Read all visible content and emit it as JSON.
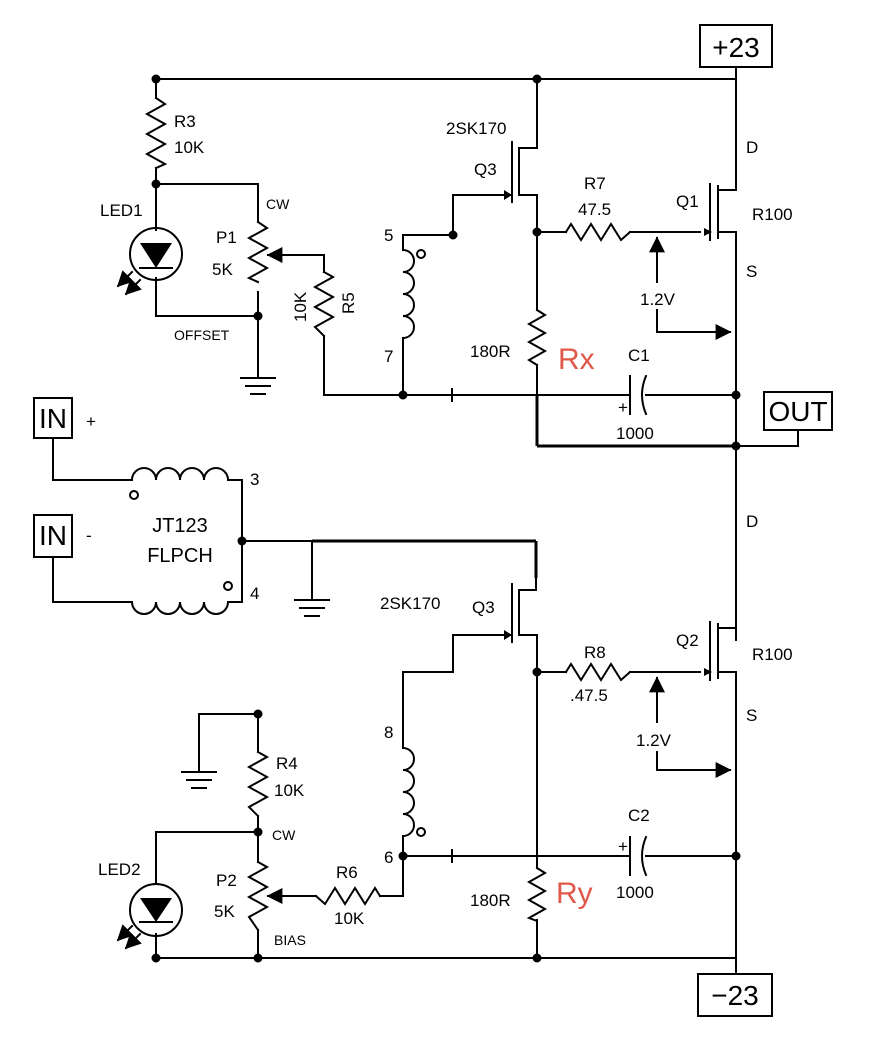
{
  "colors": {
    "wire": "#000000",
    "annotation": "#e0584a"
  },
  "rails": {
    "pos": "+23",
    "neg": "−23"
  },
  "ports": {
    "out": "OUT",
    "in_pos": "IN",
    "in_pos_sign": "+",
    "in_neg": "IN",
    "in_neg_sign": "-"
  },
  "transformer": {
    "name": "JT123",
    "sub": "FLPCH",
    "pin_top": "3",
    "pin_bot": "4"
  },
  "coil_top": {
    "pin_a": "5",
    "pin_b": "7"
  },
  "coil_bot": {
    "pin_a": "8",
    "pin_b": "6"
  },
  "parts": {
    "r3": {
      "ref": "R3",
      "val": "10K"
    },
    "r4": {
      "ref": "R4",
      "val": "10K"
    },
    "r5": {
      "ref": "R5",
      "val": "10K"
    },
    "r6": {
      "ref": "R6",
      "val": "10K"
    },
    "r7": {
      "ref": "R7",
      "val": "47.5"
    },
    "r8": {
      "ref": "R8",
      "val": ".47.5"
    },
    "p1": {
      "ref": "P1",
      "val": "5K",
      "cw": "CW",
      "note": "OFFSET"
    },
    "p2": {
      "ref": "P2",
      "val": "5K",
      "cw": "CW",
      "note": "BIAS"
    },
    "led1": {
      "ref": "LED1"
    },
    "led2": {
      "ref": "LED2"
    },
    "q3_top": {
      "type": "2SK170",
      "ref": "Q3"
    },
    "q3_bot": {
      "type": "2SK170",
      "ref": "Q3"
    },
    "q1": {
      "ref": "Q1",
      "type": "R100",
      "d": "D",
      "s": "S"
    },
    "q2": {
      "ref": "Q2",
      "type": "R100",
      "d": "D",
      "s": "S"
    },
    "c1": {
      "ref": "C1",
      "val": "1000",
      "pol": "+"
    },
    "c2": {
      "ref": "C2",
      "val": "1000",
      "pol": "+"
    },
    "rsrc_top": {
      "val": "180R",
      "note": "Rx"
    },
    "rsrc_bot": {
      "val": "180R",
      "note": "Ry"
    },
    "v_top": {
      "val": "1.2V"
    },
    "v_bot": {
      "val": "1.2V"
    }
  }
}
